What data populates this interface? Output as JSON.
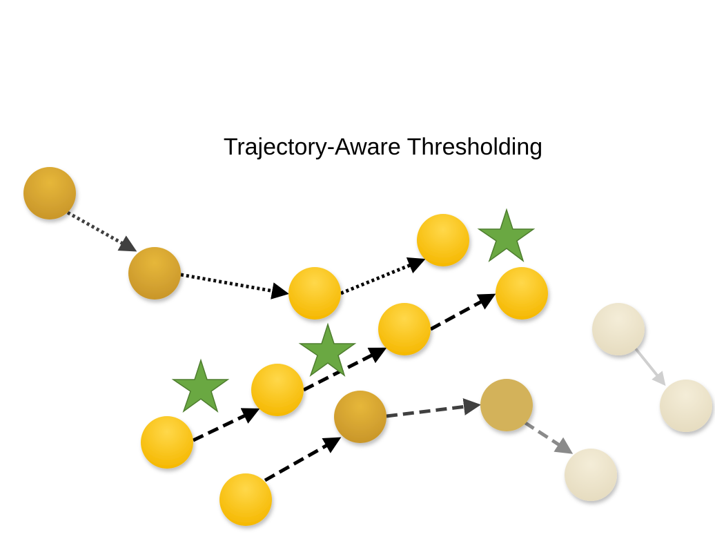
{
  "title": "Trajectory-Aware Thresholding",
  "colors": {
    "node_bright": "#ffc20e",
    "node_dim": "#d4a52a",
    "node_faded": "#e8dfc4",
    "star": "#6aa842",
    "star_border": "#4e7d2f"
  },
  "trajectories": [
    {
      "id": "traj-1",
      "style": "dotted",
      "shade": "dark"
    },
    {
      "id": "traj-2",
      "style": "dashed",
      "shade": "black"
    },
    {
      "id": "traj-3",
      "style": "dashed",
      "shade": "black-to-faded"
    },
    {
      "id": "traj-4",
      "style": "solid",
      "shade": "faded"
    }
  ],
  "markers": [
    {
      "id": "star-1",
      "shape": "star"
    },
    {
      "id": "star-2",
      "shape": "star"
    },
    {
      "id": "star-3",
      "shape": "star"
    }
  ]
}
